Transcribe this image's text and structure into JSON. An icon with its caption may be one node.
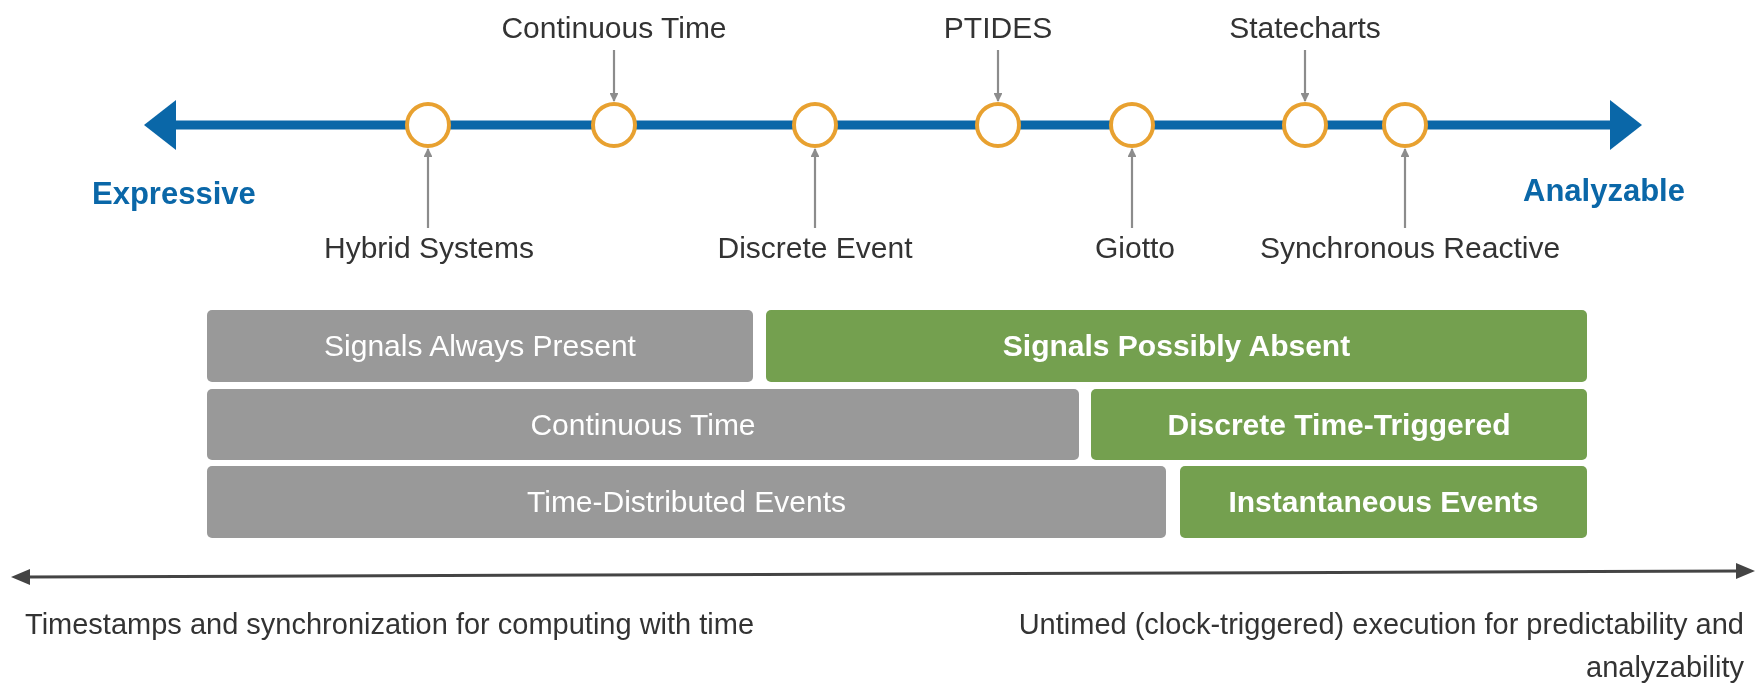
{
  "diagram": {
    "nodes": [
      {
        "text": [],
        "shape": "circle"
      },
      {
        "text": [],
        "shape": "circle"
      },
      {
        "text": [],
        "shape": "circle"
      },
      {
        "text": [],
        "shape": "circle"
      },
      {
        "text": [],
        "shape": "circle"
      },
      {
        "text": [],
        "shape": "circle"
      },
      {
        "text": [],
        "shape": "circle"
      },
      {
        "text": [
          "Continuous Time"
        ]
      },
      {
        "text": [
          "PTIDES"
        ]
      },
      {
        "text": [
          "Statecharts"
        ]
      },
      {
        "text": [
          "Hybrid Systems"
        ]
      },
      {
        "text": [
          "Discrete Event"
        ]
      },
      {
        "text": [
          "Giotto"
        ]
      },
      {
        "text": [
          "Synchronous Reactive"
        ]
      },
      {
        "text": [
          "Signals Always Present"
        ]
      },
      {
        "text": [
          "Signals Possibly Absent"
        ]
      },
      {
        "text": [
          "Continuous Time"
        ]
      },
      {
        "text": [
          "Discrete Time-Triggered"
        ]
      },
      {
        "text": [
          "Time-Distributed Events"
        ]
      },
      {
        "text": [
          "Instantaneous Events"
        ]
      }
    ],
    "edges": [
      {
        "from": 7,
        "to": 1,
        "arrow": "to"
      },
      {
        "from": 8,
        "to": 3,
        "arrow": "to"
      },
      {
        "from": 9,
        "to": 5,
        "arrow": "to"
      },
      {
        "from": 10,
        "to": 0,
        "arrow": "to"
      },
      {
        "from": 11,
        "to": 2,
        "arrow": "to"
      },
      {
        "from": 12,
        "to": 4,
        "arrow": "to"
      },
      {
        "from": 13,
        "to": 6,
        "arrow": "to"
      }
    ],
    "labels": [
      "Expressive",
      "Analyzable",
      "Timestamps and synchronization for computing with time",
      "Untimed (clock-triggered) execution for predictability and analyzability"
    ]
  }
}
